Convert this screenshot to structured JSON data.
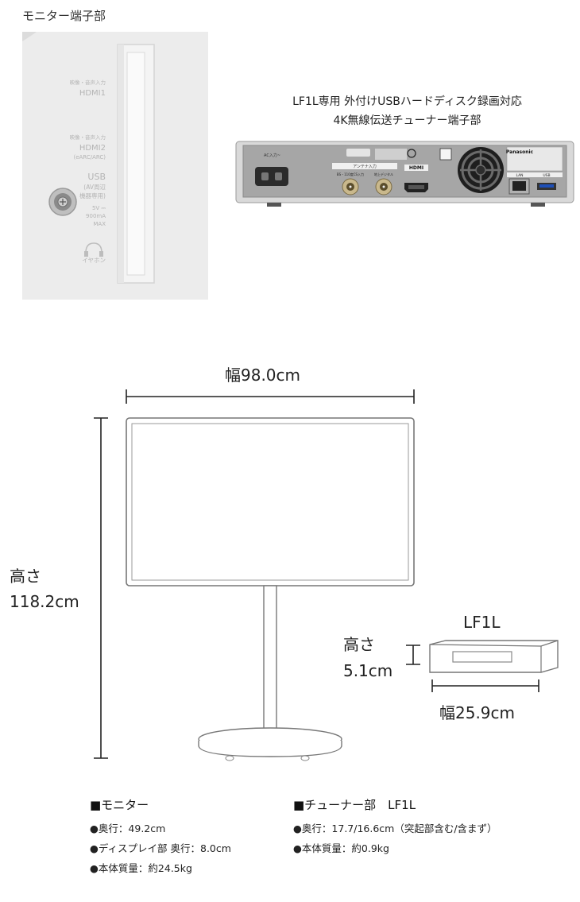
{
  "monitor_terminal": {
    "title": "モニター端子部",
    "port_labels": {
      "hdmi1_top": "映像・音声入力",
      "hdmi1": "HDMI1",
      "hdmi2_top": "映像・音声入力",
      "hdmi2": "HDMI2",
      "hdmi2_sub": "(eARC/ARC)",
      "usb": "USB",
      "usb_sub1": "(AV周辺",
      "usb_sub2": "機器専用)",
      "power1": "5V ⎓",
      "power2": "900mA",
      "power3": "MAX",
      "earphone": "イヤホン"
    }
  },
  "tuner_terminal": {
    "title_line1": "LF1L専用 外付けUSBハードディスク録画対応",
    "title_line2": "4K無線伝送チューナー端子部",
    "back_labels": {
      "ac": "AC入力~",
      "antenna": "アンテナ入力",
      "bs": "BS・110度CS入力",
      "terrestrial": "地上デジタル",
      "hdmi": "HDMI",
      "brand": "Panasonic",
      "lan": "LAN",
      "usb": "USB"
    }
  },
  "dimensions": {
    "width": "幅98.0cm",
    "height_label": "高さ",
    "height_value": "118.2cm",
    "tuner_name": "LF1L",
    "tuner_height_label": "高さ",
    "tuner_height_value": "5.1cm",
    "tuner_width": "幅25.9cm"
  },
  "specs": {
    "monitor": {
      "heading": "■モニター",
      "items": [
        "●奥行：49.2cm",
        "●ディスプレイ部 奥行：8.0cm",
        "●本体質量：約24.5kg"
      ]
    },
    "tuner": {
      "heading": "■チューナー部　LF1L",
      "items": [
        "●奥行：17.7/16.6cm（突起部含む/含まず）",
        "●本体質量：約0.9kg"
      ]
    }
  }
}
